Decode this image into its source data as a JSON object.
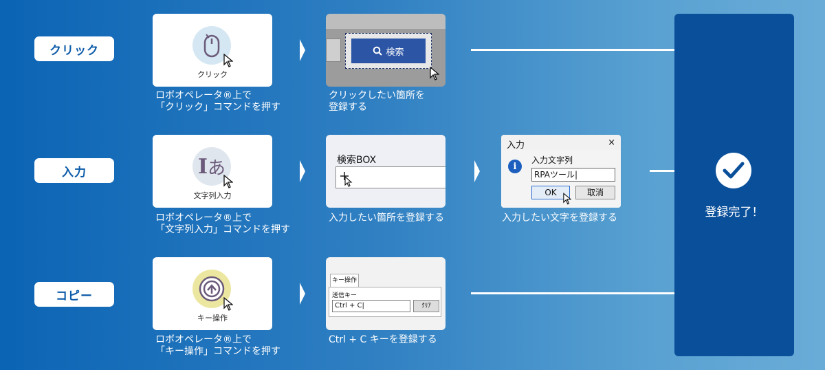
{
  "rows": [
    {
      "label": "クリック",
      "command_card": {
        "icon": "mouse-icon",
        "label": "クリック"
      },
      "command_caption": "ロボオペレータ®上で\n「クリック」コマンドを押す",
      "target_caption": "クリックしたい箇所を\n登録する",
      "search_button_label": "検索"
    },
    {
      "label": "入力",
      "command_card": {
        "icon": "text-input-icon",
        "glyph": "あ",
        "label": "文字列入力"
      },
      "command_caption": "ロボオペレータ®上で\n「文字列入力」コマンドを押す",
      "target_caption": "入力したい箇所を登録する",
      "target_field_label": "検索BOX",
      "dialog": {
        "title": "入力",
        "close": "×",
        "info": "i",
        "prompt": "入力文字列",
        "value": "RPAツール|",
        "ok_label": "OK",
        "cancel_label": "取消"
      },
      "dialog_caption": "入力したい文字を登録する"
    },
    {
      "label": "コピー",
      "command_card": {
        "icon": "key-operation-icon",
        "label": "キー操作"
      },
      "command_caption": "ロボオペレータ®上で\n「キー操作」コマンドを押す",
      "target_caption": "Ctrl + C キーを登録する",
      "key_panel": {
        "tab_label": "キー操作",
        "field_label": "送信キー",
        "value": "Ctrl + C|",
        "clear_label": "ｸﾘｱ"
      }
    }
  ],
  "done": {
    "text": "登録完了！",
    "icon": "check-icon"
  },
  "colors": {
    "panel": "#0a4f9a",
    "label_text": "#0b5aa8",
    "search_button": "#2c55a5",
    "input_icon_bg": "#dfe6ee",
    "key_icon_bg": "#ece7a0",
    "mouse_icon_bg": "#d5e7f3"
  }
}
